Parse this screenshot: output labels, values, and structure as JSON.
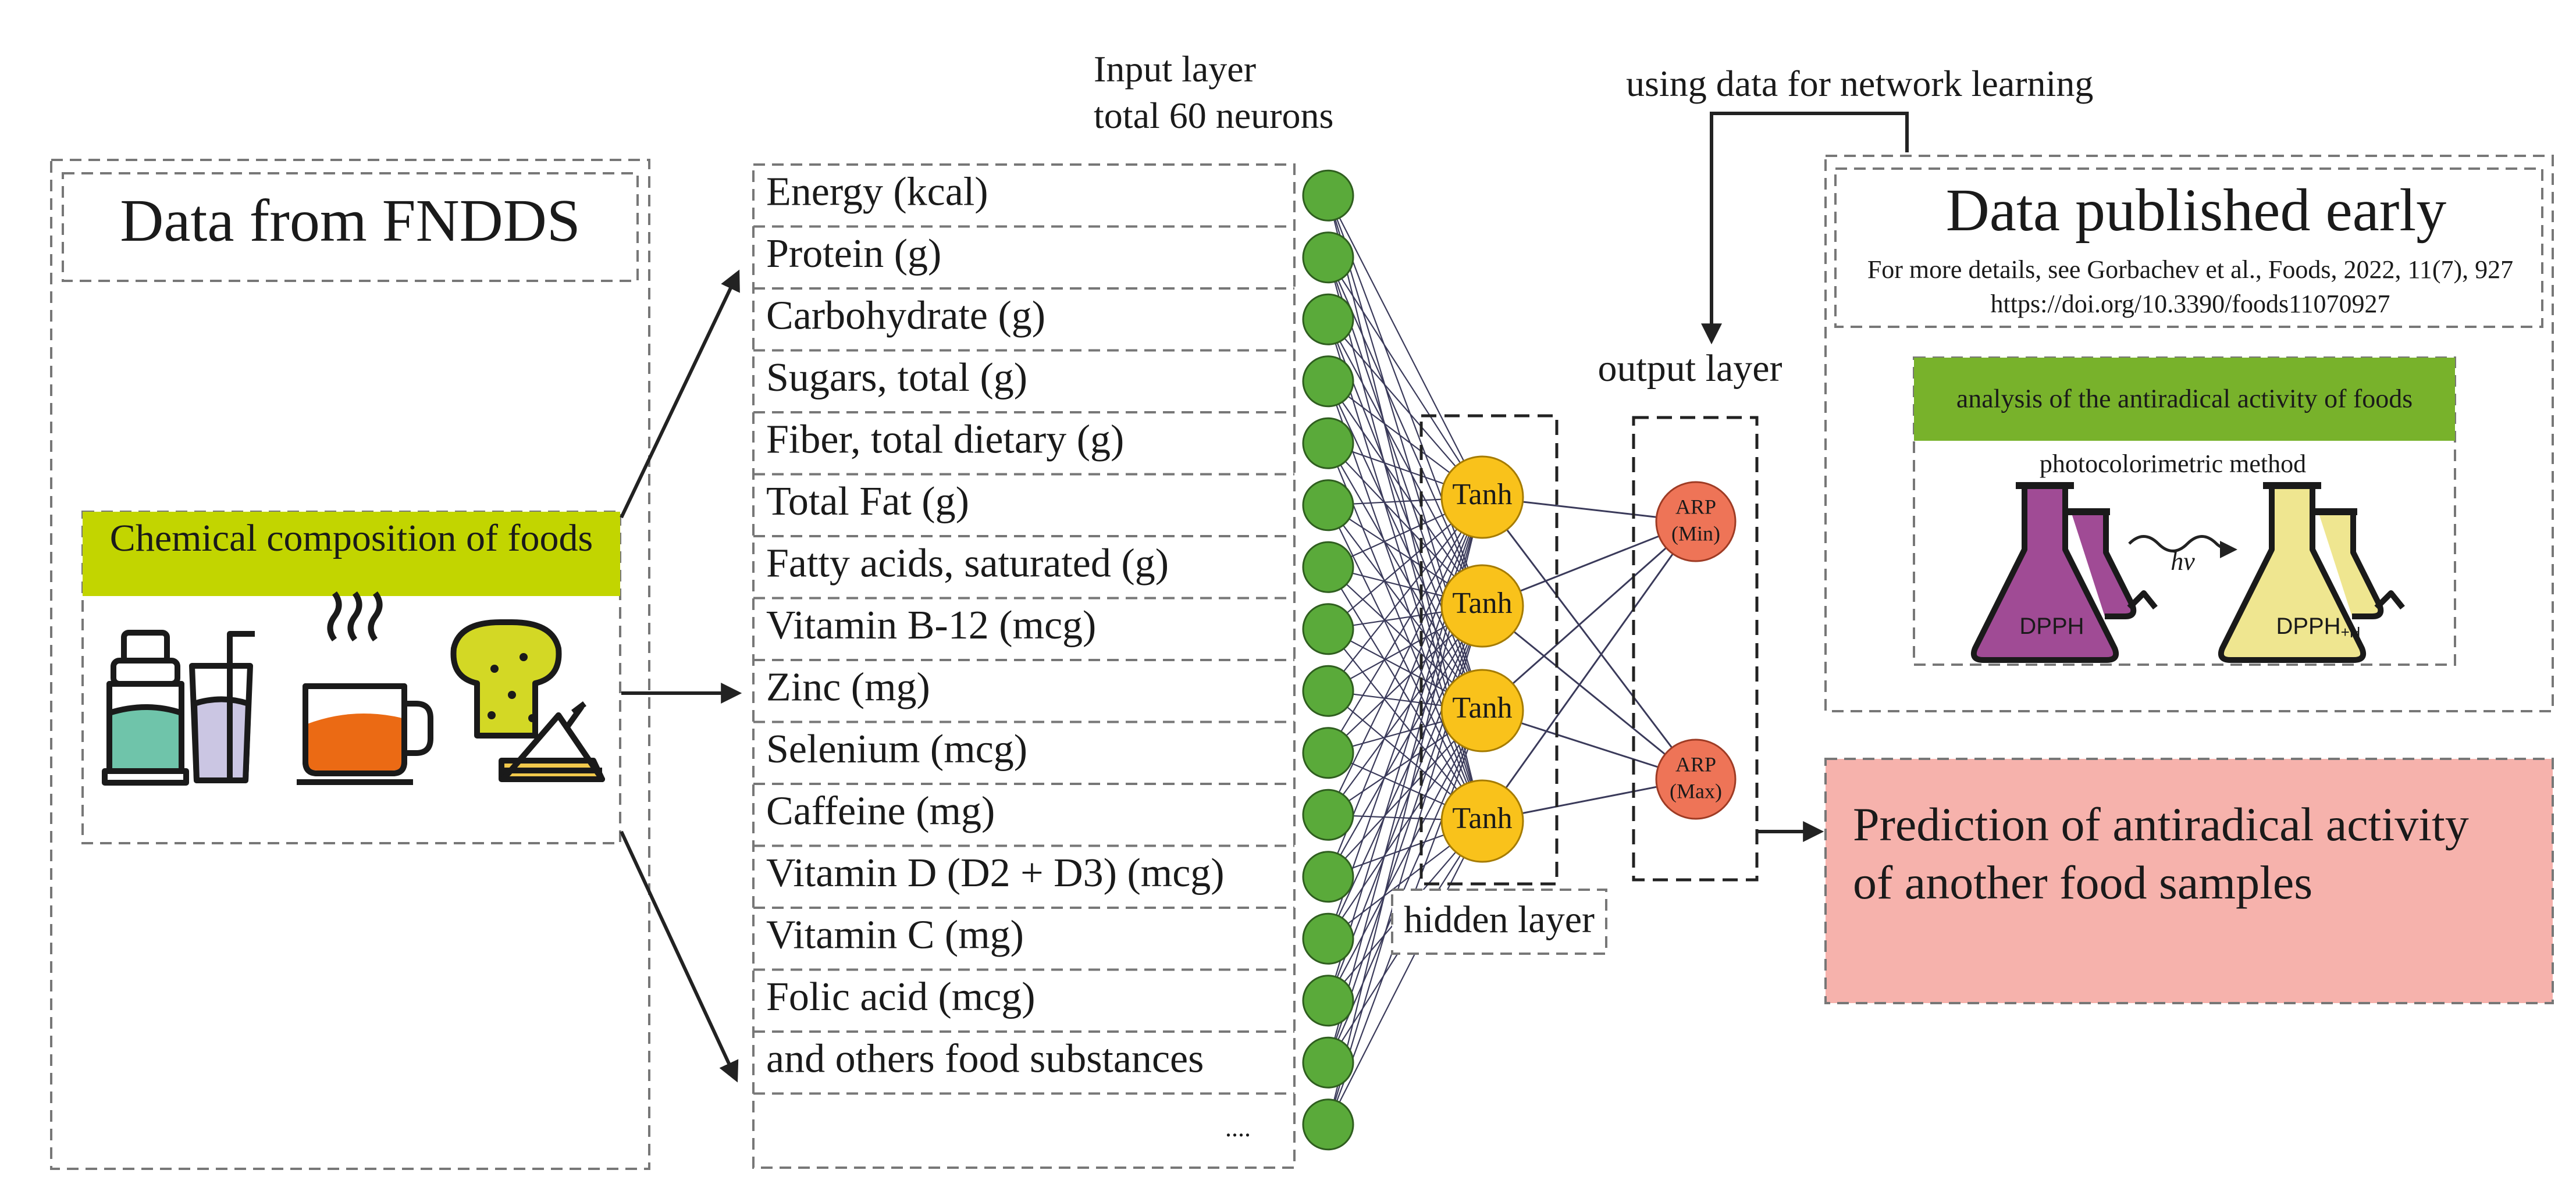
{
  "fndds": {
    "title": "Data from FNDDS",
    "composition_label": "Chemical composition of foods"
  },
  "input_layer": {
    "title_line1": "Input layer",
    "title_line2": "total 60 neurons",
    "features": [
      "Energy (kcal)",
      "Protein (g)",
      "Carbohydrate (g)",
      "Sugars, total (g)",
      "Fiber, total dietary (g)",
      "Total Fat (g)",
      "Fatty acids, saturated (g)",
      "Vitamin B-12 (mcg)",
      "Zinc  (mg)",
      "Selenium (mcg)",
      "Caffeine (mg)",
      "Vitamin D (D2 + D3) (mcg)",
      "Vitamin C (mg)",
      "Folic acid (mcg)",
      "and others food substances",
      "...."
    ]
  },
  "hidden_layer": {
    "label": "hidden layer",
    "neurons": [
      "Tanh",
      "Tanh",
      "Tanh",
      "Tanh"
    ]
  },
  "output_layer": {
    "label": "output layer",
    "neurons": [
      {
        "line1": "ARP",
        "line2": "(Min)"
      },
      {
        "line1": "ARP",
        "line2": "(Max)"
      }
    ]
  },
  "learning_note": "using data for network learning",
  "published": {
    "title": "Data published early",
    "ref_line1": "For more details, see Gorbachev et al., Foods, 2022, 11(7), 927",
    "ref_line2": "https://doi.org/10.3390/foods11070927",
    "analysis_label": "analysis of the antiradical activity of foods",
    "method_label": "photocolorimetric method",
    "reaction_label": "hv",
    "reagent_left": "DPPH",
    "reagent_right": "DPPH",
    "reagent_right_sub": "+H"
  },
  "prediction": {
    "line1": "Prediction of antiradical activity",
    "line2": "of another food samples"
  },
  "colors": {
    "input_neuron": "#5aaa3a",
    "hidden_neuron": "#f9c21b",
    "output_neuron": "#ee7457",
    "composition_bar": "#c2d500",
    "analysis_bar": "#78b22b",
    "prediction_box": "#f6b2ac",
    "flask_purple": "#a04b95",
    "flask_yellow": "#efe690"
  }
}
